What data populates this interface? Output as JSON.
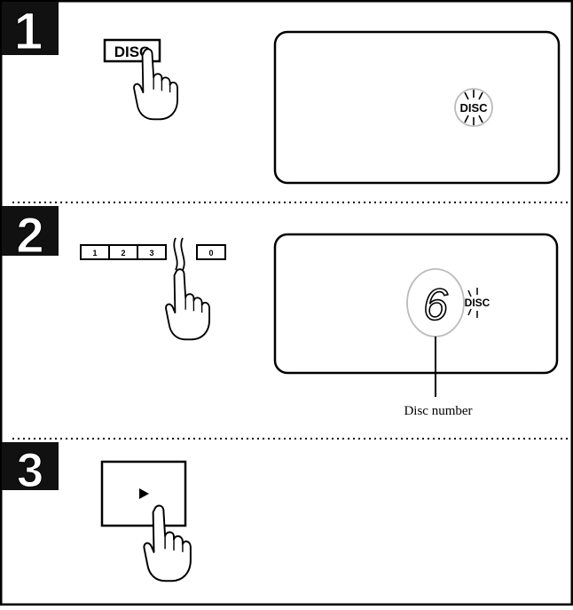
{
  "steps": [
    {
      "number": "1",
      "button_label": "DISC",
      "display": {
        "indicator": "DISC",
        "indicator_state": "blinking"
      }
    },
    {
      "number": "2",
      "number_keys": [
        "1",
        "2",
        "3",
        "0"
      ],
      "display": {
        "digit": "6",
        "indicator": "DISC",
        "indicator_state": "blinking"
      },
      "callout": "Disc number"
    },
    {
      "number": "3",
      "button_icon": "play-icon"
    }
  ],
  "icons": [
    "pressing-hand-icon",
    "play-icon",
    "blink-rays-icon"
  ],
  "colors": {
    "ink": "#000000",
    "paper": "#ffffff",
    "step_badge": "#111111",
    "number_fill": "#ffffff"
  }
}
